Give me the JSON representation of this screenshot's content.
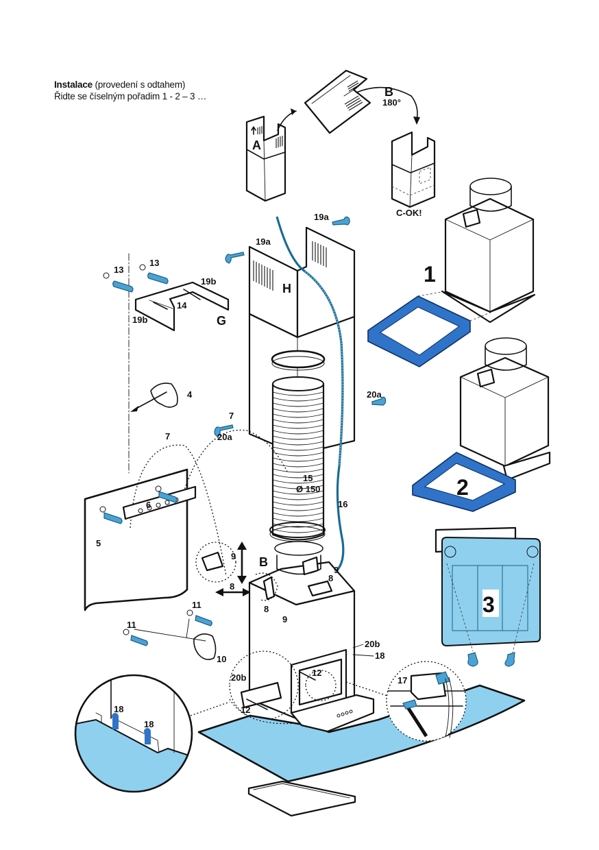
{
  "instructions": {
    "title_bold": "Instalace",
    "title_rest": " (provedení s odtahem)",
    "line2": "Řidte se číselným pořadim  1 - 2 – 3 …"
  },
  "colors": {
    "accent_blue": "#4aa3d4",
    "frame_blue": "#2f74c8",
    "glass_blue": "#8fd0ef",
    "line": "#111111"
  },
  "chimney_steps": {
    "a": "A",
    "b": "B",
    "b_angle": "180°",
    "c": "C-OK!"
  },
  "motor_steps": {
    "step1": "1",
    "step2": "2",
    "step3": "3"
  },
  "parts": {
    "h_cover": "H",
    "g_bracket": "G",
    "b_detail": "B",
    "p4": "4",
    "p5": "5",
    "p6": "6",
    "p7a": "7",
    "p7b": "7",
    "p8a": "8",
    "p8b": "8",
    "p8c": "8",
    "p9a": "9",
    "p9b": "9",
    "p9c": "9",
    "p10": "10",
    "p11a": "11",
    "p11b": "11",
    "p12a": "12",
    "p12b": "12",
    "p13a": "13",
    "p13b": "13",
    "p14": "14",
    "p15": "15",
    "p15_dia": "Ø 150",
    "p16": "16",
    "p17": "17",
    "p18a": "18",
    "p18b": "18",
    "p18c": "18",
    "p19a_left": "19a",
    "p19a_right": "19a",
    "p19b_top": "19b",
    "p19b_bottom": "19b",
    "p20a_left": "20a",
    "p20a_right": "20a",
    "p20b_right": "20b",
    "p20b_left": "20b"
  }
}
